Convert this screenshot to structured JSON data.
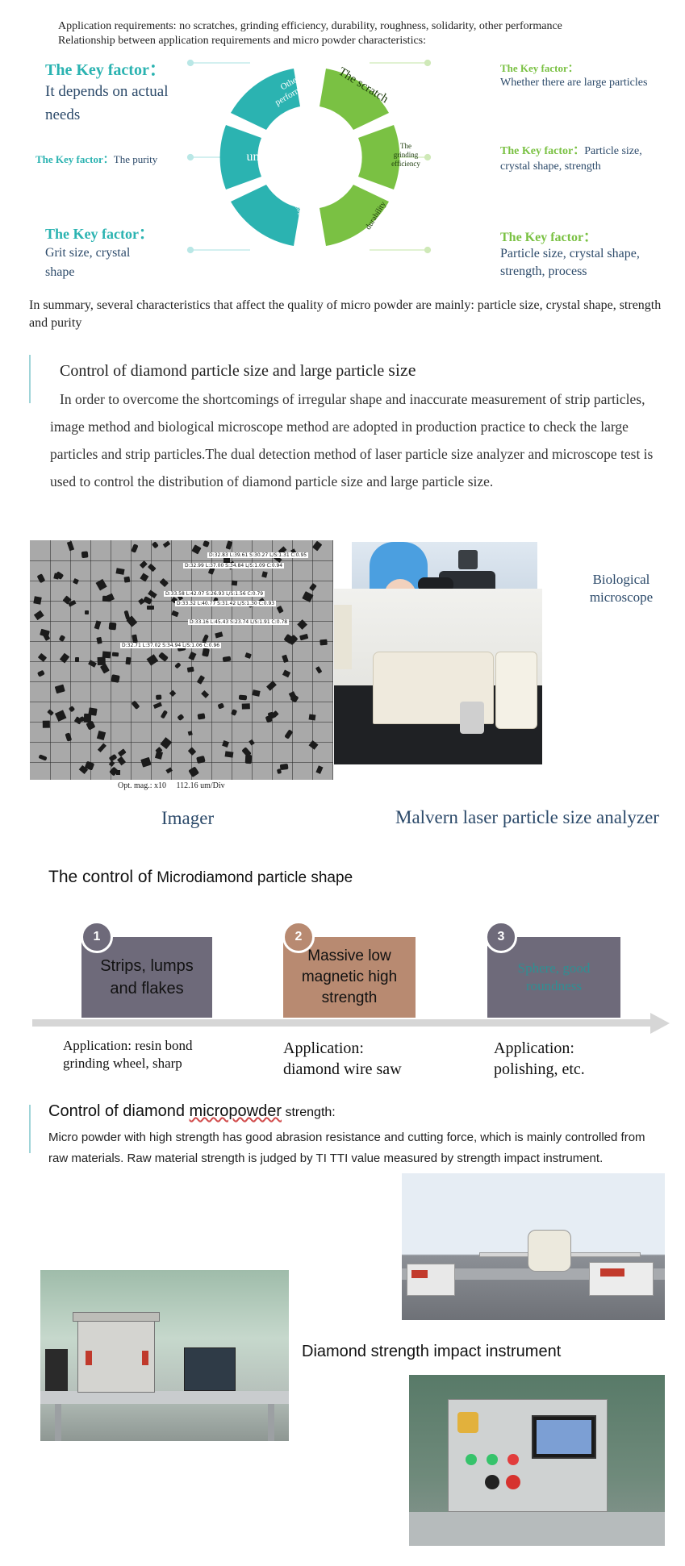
{
  "header": {
    "line1": "Application requirements: no scratches, grinding efficiency, durability, roughness, solidarity, other performance",
    "line2": "Relationship between application requirements and micro powder characteristics:"
  },
  "ring": {
    "segments": [
      "Other performance",
      "The scratch",
      "The grinding efficiency",
      "durability",
      "roughness",
      "unity"
    ],
    "colors": {
      "teal": "#2bb3b1",
      "green": "#7ac143"
    }
  },
  "factors": {
    "prefix": "The Key factor：",
    "top_left": "It depends on actual needs",
    "mid_left": "The purity",
    "bottom_left": "Grit size, crystal shape",
    "top_right": "Whether there are large particles",
    "mid_right": "Particle size, crystal shape, strength",
    "bottom_right": "Particle size, crystal shape, strength, process"
  },
  "summary": "In summary, several characteristics that affect the quality of micro powder are mainly: particle size, crystal shape, strength and purity",
  "section_size": {
    "title_main": "Control of diamond particle size and large particle ",
    "title_tail": "size",
    "body": "In order to overcome the shortcomings of irregular shape and inaccurate measurement of strip particles, image method and biological microscope method are adopted in production practice to check the large particles and strip particles.The dual detection method of laser particle size analyzer and microscope test is used to control the distribution of diamond particle size and large particle size."
  },
  "imager": {
    "labels": [
      "D:32.83 L:39.61 S:30.27 L/S:1.31 C:0.95",
      "D:32.99 L:37.00 S:34.84 L/S:1.09 C:0.94",
      "D:33.58 L:42.07 S:26.93 L/S:1.56 C:0.79",
      "D:33.32 L:40.77 S:31.42 L/S:1.30 C:0.93",
      "D:33.16 L:45.43 S:23.74 L/S:1.91 C:0.78",
      "D:32.71 L:37.02 S:34.94 L/S:1.06 C:0.96"
    ],
    "caption_mag": "Opt. mag.: x10",
    "caption_div": "112.16 um/Div"
  },
  "captions": {
    "bio_microscope": "Biological microscope",
    "imager": "Imager",
    "malvern": "Malvern laser particle size analyzer"
  },
  "section_shape": {
    "title_a": "The control of ",
    "title_b": "Microdiamond particle shape",
    "steps": [
      {
        "num": "1",
        "label": "Strips, lumps and flakes",
        "application": "Application:     resin bond grinding wheel, sharp",
        "color": "#6e6a7a"
      },
      {
        "num": "2",
        "label": "Massive low magnetic high strength",
        "application": "Application:\ndiamond wire saw",
        "color": "#b88a71"
      },
      {
        "num": "3",
        "label": "Sphere, good roundness",
        "application": "Application:\npolishing, etc.",
        "color": "#6e6a7a"
      }
    ]
  },
  "section_strength": {
    "title_a": "Control of diamond ",
    "title_b": "micropowder",
    "title_c": " strength:",
    "body": "Micro powder with high strength has good abrasion resistance and cutting force, which is mainly controlled from raw materials. Raw material strength is judged by TI TTI value measured by strength impact instrument.",
    "instrument_caption": "Diamond strength impact instrument"
  }
}
